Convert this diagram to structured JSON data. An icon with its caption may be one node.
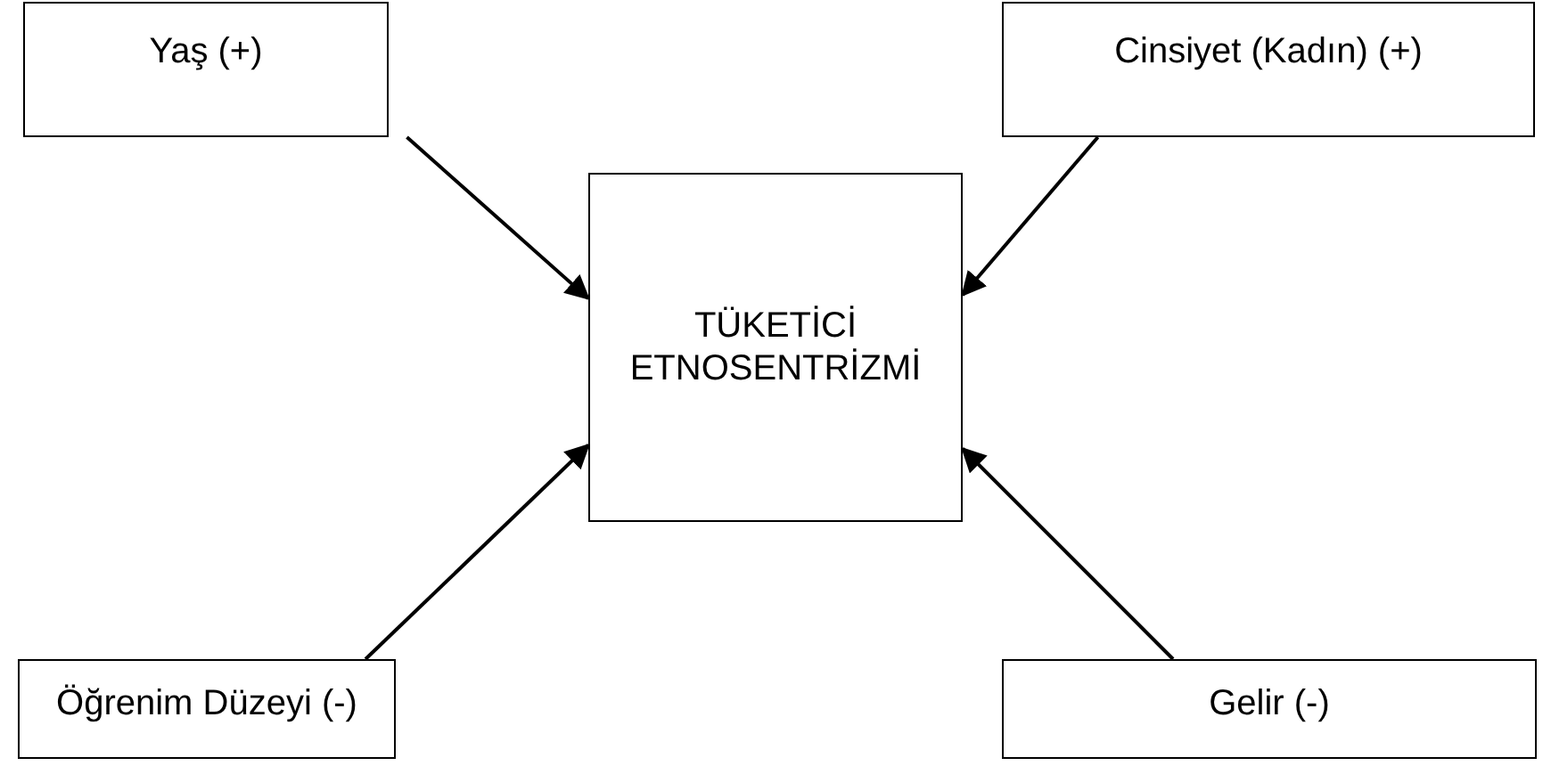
{
  "diagram": {
    "nodes": [
      {
        "text": [
          "Yaş (+)"
        ]
      },
      {
        "text": [
          "Cinsiyet (Kadın) (+)"
        ]
      },
      {
        "text": [
          "TÜKETİCİ ETNOSENTRİZMİ"
        ]
      },
      {
        "text": [
          "Öğrenim Düzeyi (-)"
        ]
      },
      {
        "text": [
          "Gelir (-)"
        ]
      }
    ],
    "edges": [
      {
        "from": 0,
        "to": 2,
        "arrow": "to"
      },
      {
        "from": 1,
        "to": 2,
        "arrow": "to"
      },
      {
        "from": 3,
        "to": 2,
        "arrow": "to"
      },
      {
        "from": 4,
        "to": 2,
        "arrow": "to"
      }
    ]
  }
}
